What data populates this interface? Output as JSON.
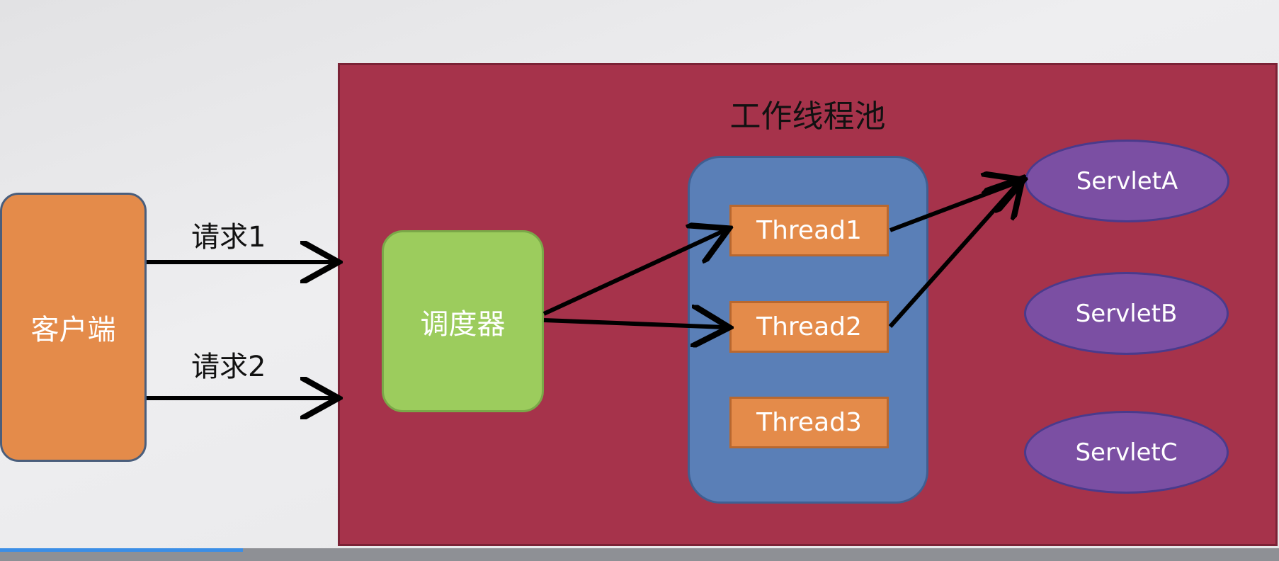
{
  "diagram": {
    "pool_title": "工作线程池",
    "client_label": "客户端",
    "scheduler_label": "调度器",
    "requests": [
      "请求1",
      "请求2"
    ],
    "threads": [
      "Thread1",
      "Thread2",
      "Thread3"
    ],
    "servlets": [
      "ServletA",
      "ServletB",
      "ServletC"
    ]
  },
  "colors": {
    "pool": "#a6334b",
    "client": "#e48b4a",
    "scheduler": "#9ccc5d",
    "thread_group": "#5a7fb7",
    "thread": "#e48b4a",
    "servlet": "#7b4fa3",
    "arrow": "#000000"
  },
  "playback": {
    "progress": 0.19
  }
}
